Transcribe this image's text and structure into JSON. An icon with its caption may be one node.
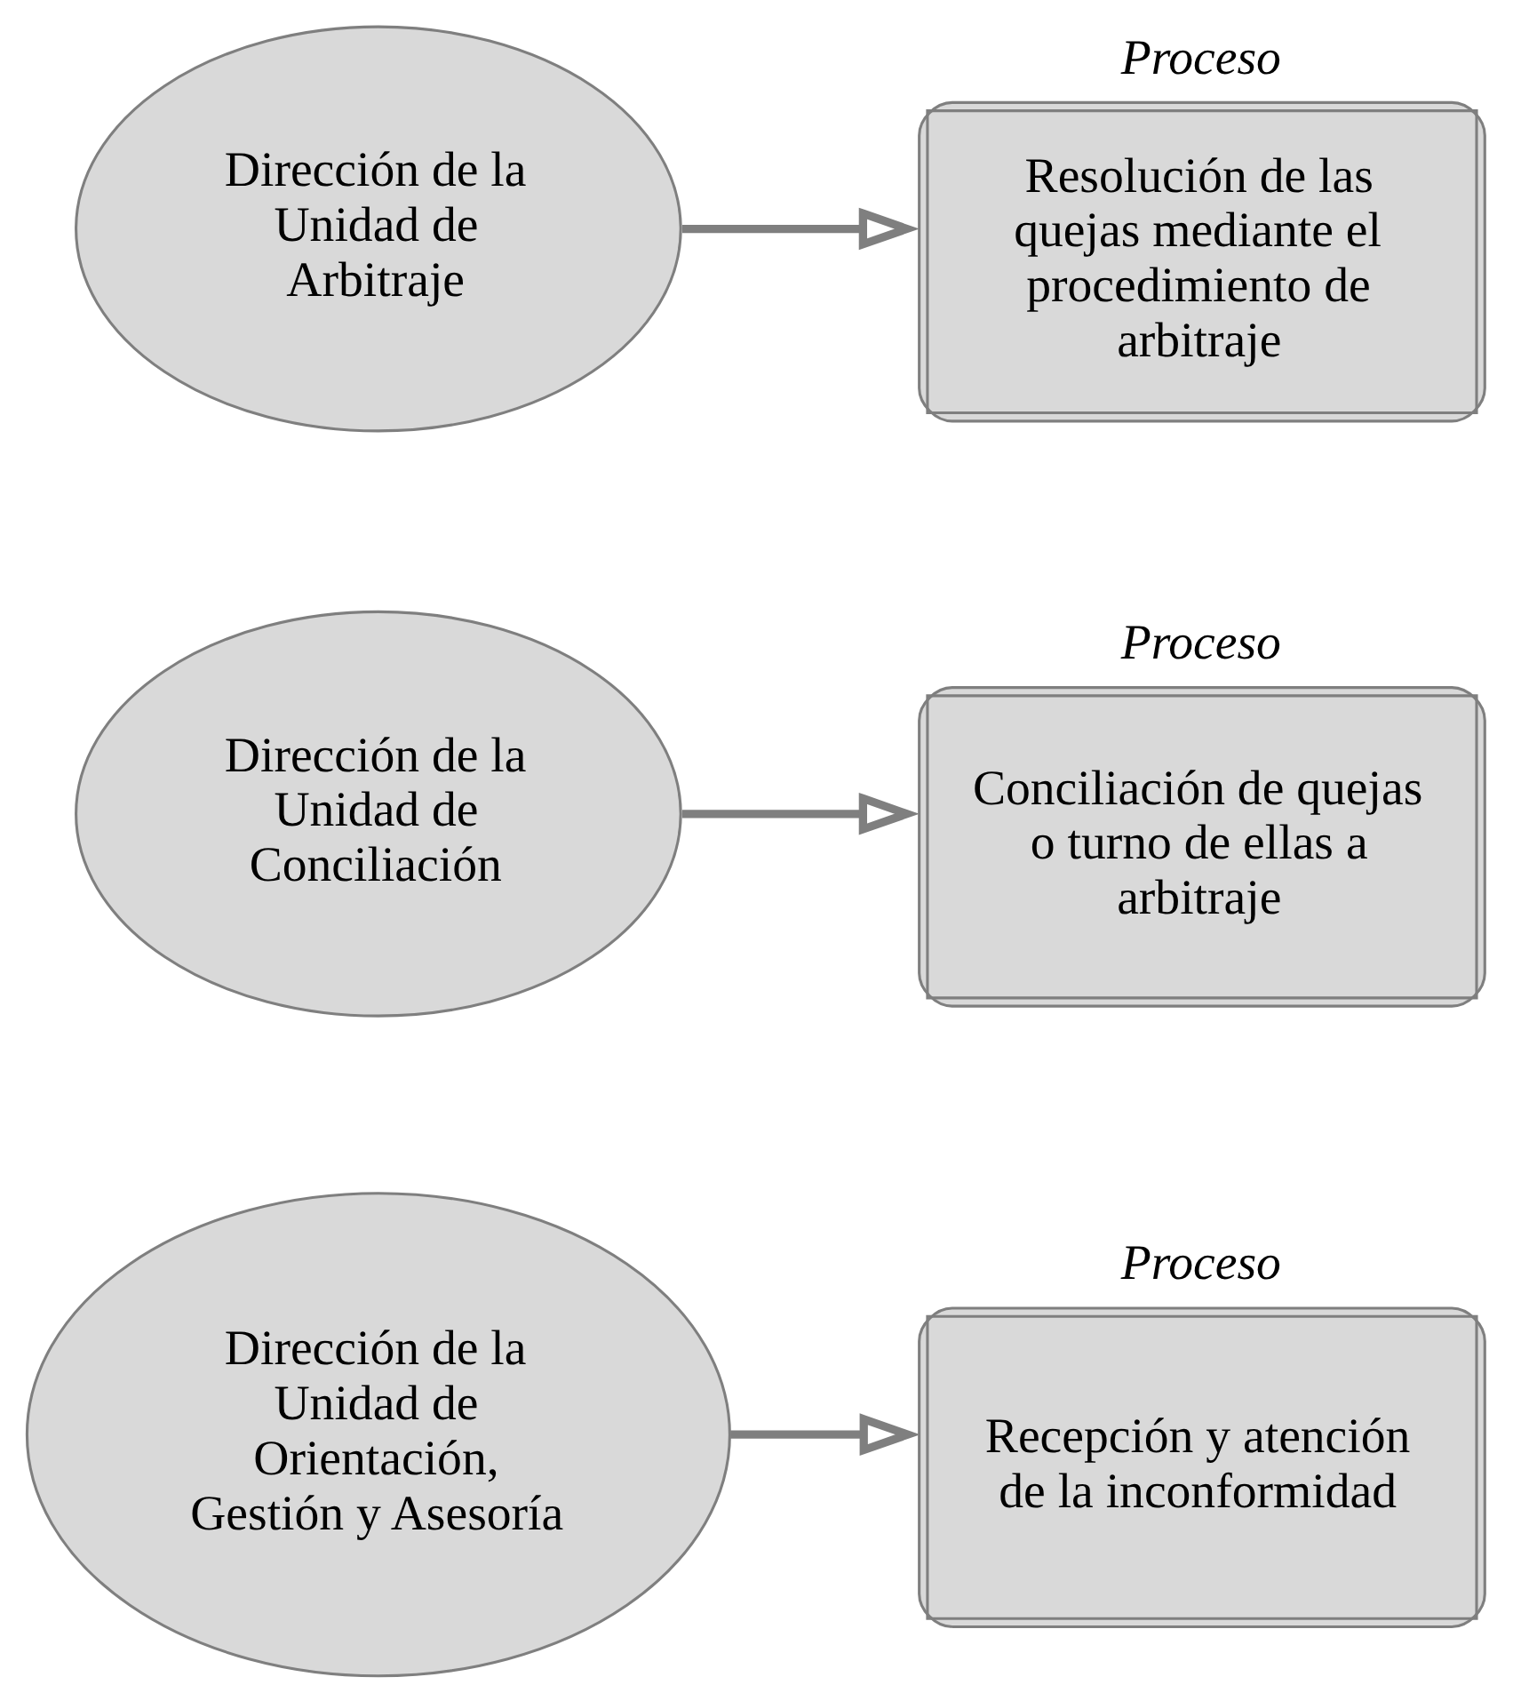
{
  "diagram": {
    "nodes": [
      {
        "text": [
          "Dirección de la Unidad de Orientación, Gestión y Asesoría"
        ]
      },
      {
        "text": [
          "Proceso",
          "Recepción y atención de la inconformidad"
        ]
      },
      {
        "text": [
          "Dirección de la Unidad de Conciliación"
        ]
      },
      {
        "text": [
          "Proceso",
          "Conciliación de quejas o turno de ellas a arbitraje"
        ]
      },
      {
        "text": [
          "Dirección de la Unidad de Arbitraje"
        ]
      },
      {
        "text": [
          "Proceso",
          "Resolución de las quejas mediante el procedimiento de arbitraje"
        ]
      }
    ],
    "edges": [
      {
        "from": 0,
        "to": 1,
        "arrow": "to"
      },
      {
        "from": 2,
        "to": 3,
        "arrow": "to"
      },
      {
        "from": 4,
        "to": 5,
        "arrow": "to"
      }
    ]
  }
}
